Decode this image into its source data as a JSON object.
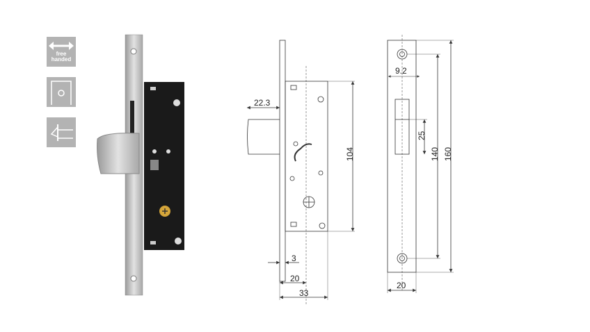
{
  "icons": [
    {
      "name": "free-handed-icon",
      "label_line1": "free",
      "label_line2": "handed"
    },
    {
      "name": "door-frame-icon"
    },
    {
      "name": "bolt-side-icon"
    }
  ],
  "dimensions": {
    "bolt_throw": "22.3",
    "case_height": "104",
    "faceplate_thickness": "3",
    "backset": "20",
    "case_depth": "33",
    "bolt_width": "9.2",
    "bolt_height": "25",
    "screw_spacing": "140",
    "faceplate_length": "160",
    "faceplate_width": "20"
  },
  "colors": {
    "icon_bg": "#b3b3b3",
    "lock_body": "#1a1a1a",
    "steel": "#c9c9c9"
  }
}
